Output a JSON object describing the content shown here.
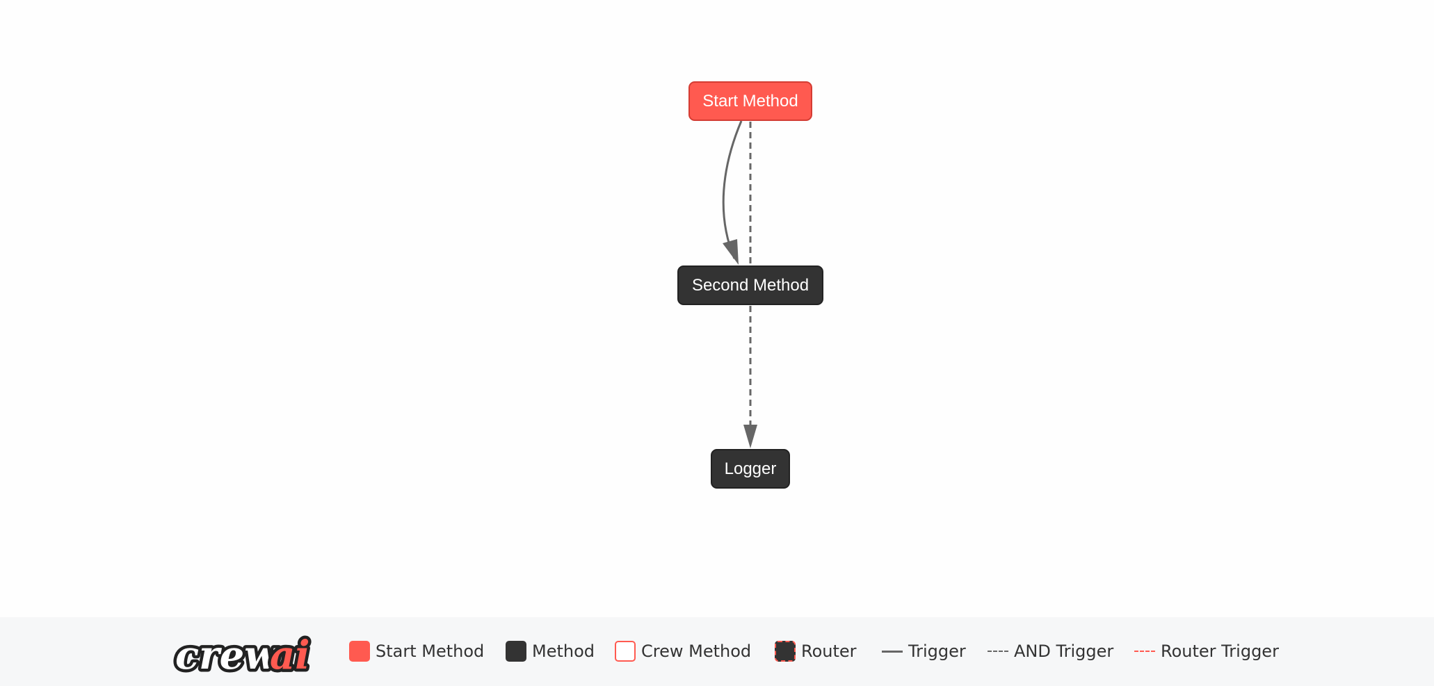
{
  "nodes": {
    "start": {
      "label": "Start Method",
      "type": "start"
    },
    "second": {
      "label": "Second Method",
      "type": "method"
    },
    "logger": {
      "label": "Logger",
      "type": "method"
    }
  },
  "edges": [
    {
      "from": "Start Method",
      "to": "Second Method",
      "style": "Trigger"
    },
    {
      "from": "Start Method",
      "to": "Second Method",
      "style": "AND Trigger"
    },
    {
      "from": "Second Method",
      "to": "Logger",
      "style": "AND Trigger"
    }
  ],
  "legend": {
    "logo_text": "crewai",
    "start_method": "Start Method",
    "method": "Method",
    "crew_method": "Crew Method",
    "router": "Router",
    "trigger": "Trigger",
    "and_trigger": "AND Trigger",
    "router_trigger": "Router Trigger"
  },
  "colors": {
    "start": "#ff5a50",
    "method": "#333333",
    "edge": "#666666",
    "legend_bg": "#f6f7f8"
  }
}
